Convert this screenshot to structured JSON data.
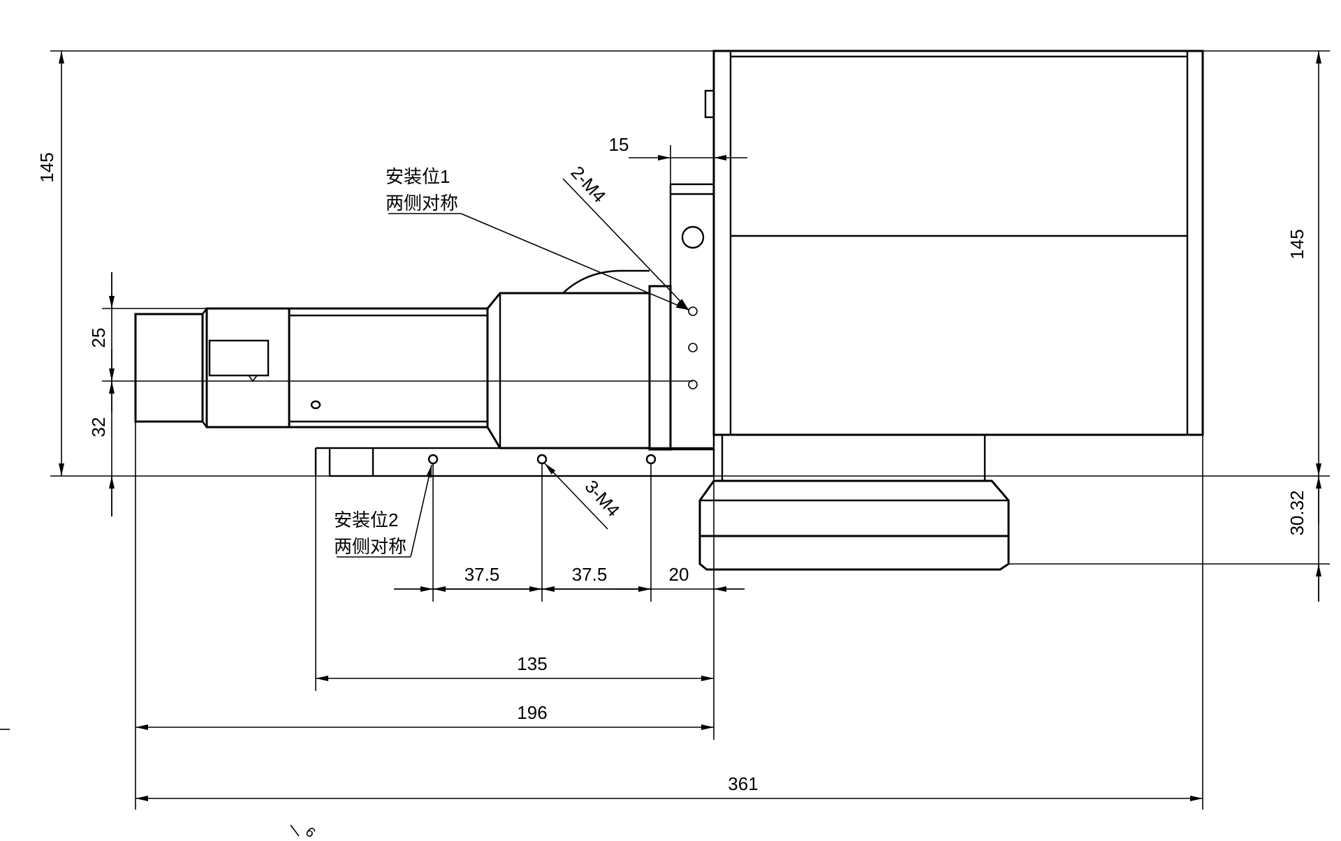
{
  "drawing": {
    "dimensions": {
      "overall_height_left": "145",
      "overall_height_right": "145",
      "top_offset": "15",
      "spacing_a": "25",
      "spacing_b": "32",
      "lower_offset": "30.32",
      "pitch_1": "37.5",
      "pitch_2": "37.5",
      "edge_20": "20",
      "length_135": "135",
      "length_196": "196",
      "length_361": "361"
    },
    "annotations": {
      "mount1_line1": "安装位1",
      "mount1_line2": "两侧对称",
      "mount2_line1": "安装位2",
      "mount2_line2": "两侧对称",
      "thread_2": "2-M4",
      "thread_3": "3-M4",
      "corner_mark": "6"
    }
  }
}
